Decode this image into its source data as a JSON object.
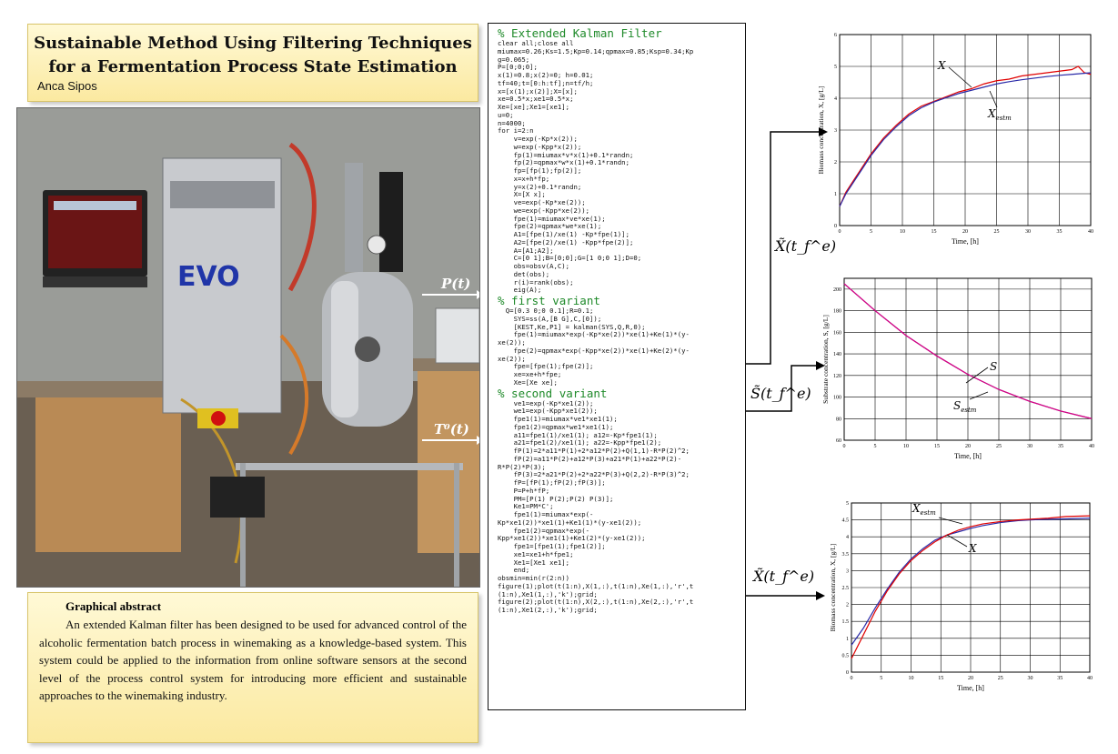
{
  "title": {
    "line1": "Sustainable Method Using Filtering Techniques",
    "line2": "for a Fermentation Process State Estimation",
    "author": "Anca Sipos"
  },
  "photo": {
    "evo_label": "EVO",
    "p_label": "P(t)",
    "t_label": "T⁰(t)"
  },
  "abstract": {
    "heading": "Graphical abstract",
    "text": "An extended Kalman filter has been designed to be used for advanced control of the alcoholic fermentation batch process in winemaking as a knowledge-based system. This system could be applied to the information from online software sensors at the second level of the process control system for introducing more efficient and sustainable approaches to the winemaking industry."
  },
  "code": {
    "ekf_header": "% Extended Kalman Filter",
    "first_header": "% first variant",
    "second_header": "% second variant",
    "block1": [
      "clear all;close all",
      "miumax=0.26;Ks=1.5;Kp=0.14;qpmax=0.85;Ksp=0.34;Kp",
      "g=0.065;",
      "P=[0;0;0];",
      "x(1)=0.8;x(2)=0; h=0.01;",
      "tf=40;t=[0:h:tf];n=tf/h;",
      "x=[x(1);x(2)];X=[x];",
      "xe=0.5*x;xe1=0.5*x;",
      "Xe=[xe];Xe1=[xe1];",
      "u=0;",
      "n=4000;",
      "for i=2:n",
      "    v=exp(-Kp*x(2));",
      "    w=exp(-Kpp*x(2));",
      "    fp(1)=miumax*v*x(1)+0.1*randn;",
      "    fp(2)=qpmax*w*x(1)+0.1*randn;",
      "    fp=[fp(1);fp(2)];",
      "    x=x+h*fp;",
      "    y=x(2)+0.1*randn;",
      "    X=[X x];",
      "    ve=exp(-Kp*xe(2));",
      "    we=exp(-Kpp*xe(2));",
      "    fpe(1)=miumax*ve*xe(1);",
      "    fpe(2)=qpmax*we*xe(1);",
      "    A1=[fpe(1)/xe(1) -Kp*fpe(1)];",
      "    A2=[fpe(2)/xe(1) -Kpp*fpe(2)];",
      "    A=[A1;A2];",
      "    C=[0 1];B=[0;0];G=[1 0;0 1];D=0;",
      "    obs=obsv(A,C);",
      "    det(obs);",
      "    r(i)=rank(obs);",
      "    eig(A);"
    ],
    "block2": [
      "  Q=[0.3 0;0 0.1];R=0.1;",
      "    SYS=ss(A,[B G],C,[0]);",
      "    [KEST,Ke,P1] = kalman(SYS,Q,R,0);",
      "    fpe(1)=miumax*exp(-Kp*xe(2))*xe(1)+Ke(1)*(y-",
      "xe(2));",
      "    fpe(2)=qpmax*exp(-Kpp*xe(2))*xe(1)+Ke(2)*(y-",
      "xe(2));",
      "    fpe=[fpe(1);fpe(2)];",
      "    xe=xe+h*fpe;",
      "    Xe=[Xe xe];"
    ],
    "block3": [
      "    ve1=exp(-Kp*xe1(2));",
      "    we1=exp(-Kpp*xe1(2));",
      "    fpe1(1)=miumax*ve1*xe1(1);",
      "    fpe1(2)=qpmax*we1*xe1(1);",
      "    a11=fpe1(1)/xe1(1); a12=-Kp*fpe1(1);",
      "    a21=fpe1(2)/xe1(1); a22=-Kpp*fpe1(2);",
      "    fP(1)=2*a11*P(1)+2*a12*P(2)+Q(1,1)-R*P(2)^2;",
      "    fP(2)=a11*P(2)+a12*P(3)+a21*P(1)+a22*P(2)-",
      "R*P(2)*P(3);",
      "    fP(3)=2*a21*P(2)+2*a22*P(3)+Q(2,2)-R*P(3)^2;",
      "    fP=[fP(1);fP(2);fP(3)];",
      "    P=P+h*fP;",
      "    PM=[P(1) P(2);P(2) P(3)];",
      "    Ke1=PM*C';",
      "    fpe1(1)=miumax*exp(-",
      "Kp*xe1(2))*xe1(1)+Ke1(1)*(y-xe1(2));",
      "    fpe1(2)=qpmax*exp(-",
      "Kpp*xe1(2))*xe1(1)+Ke1(2)*(y-xe1(2));",
      "    fpe1=[fpe1(1);fpe1(2)];",
      "    xe1=xe1+h*fpe1;",
      "    Xe1=[Xe1 xe1];",
      "    end;",
      "obsmin=min(r(2:n))",
      "figure(1);plot(t(1:n),X(1,:),t(1:n),Xe(1,:),'r',t",
      "(1:n),Xe1(1,:),'k');grid;",
      "figure(2);plot(t(1:n),X(2,:),t(1:n),Xe(2,:),'r',t",
      "(1:n),Xe1(2,:),'k');grid;"
    ]
  },
  "arrows": {
    "label1": "X̃(t_f^e)",
    "label2": "S̃(t_f^e)",
    "label3": "X̃(t_f^e)"
  },
  "chart_data": [
    {
      "type": "line",
      "xlabel": "Time, [h]",
      "ylabel": "Biomass concentration, X, [g/L]",
      "xlim": [
        0,
        40
      ],
      "ylim": [
        0,
        6
      ],
      "xticks": [
        "0",
        "5",
        "10",
        "15",
        "20",
        "25",
        "30",
        "35",
        "40"
      ],
      "yticks": [
        "0",
        "1",
        "2",
        "3",
        "4",
        "5",
        "6"
      ],
      "grid": true,
      "annotations": [
        "X",
        "Xestm"
      ],
      "series": [
        {
          "name": "X",
          "color": "#e00000",
          "x": [
            0,
            1,
            2,
            3,
            4,
            5,
            7,
            9,
            11,
            13,
            15,
            17,
            19,
            21,
            23,
            25,
            27,
            29,
            31,
            33,
            35,
            37,
            38,
            39,
            40
          ],
          "y": [
            0.6,
            1.05,
            1.35,
            1.65,
            1.95,
            2.25,
            2.75,
            3.15,
            3.5,
            3.75,
            3.9,
            4.05,
            4.2,
            4.3,
            4.45,
            4.55,
            4.6,
            4.7,
            4.75,
            4.8,
            4.85,
            4.9,
            5.0,
            4.8,
            4.75
          ]
        },
        {
          "name": "Xestm",
          "color": "#2a2aa8",
          "x": [
            0,
            1,
            2,
            3,
            4,
            5,
            7,
            9,
            11,
            13,
            15,
            17,
            19,
            21,
            23,
            25,
            27,
            29,
            31,
            33,
            35,
            37,
            40
          ],
          "y": [
            0.6,
            1.0,
            1.3,
            1.6,
            1.9,
            2.2,
            2.7,
            3.1,
            3.45,
            3.7,
            3.88,
            4.02,
            4.15,
            4.25,
            4.35,
            4.45,
            4.52,
            4.58,
            4.63,
            4.68,
            4.72,
            4.75,
            4.8
          ]
        }
      ]
    },
    {
      "type": "line",
      "xlabel": "Time, [h]",
      "ylabel": "Substrate concentration, S, [g/L]",
      "xlim": [
        0,
        40
      ],
      "ylim": [
        60,
        210
      ],
      "xticks": [
        "0",
        "5",
        "10",
        "15",
        "20",
        "25",
        "30",
        "35",
        "40"
      ],
      "yticks": [
        "60",
        "80",
        "100",
        "120",
        "140",
        "160",
        "180",
        "200"
      ],
      "grid": true,
      "annotations": [
        "S",
        "Sestm"
      ],
      "series": [
        {
          "name": "S",
          "color": "#2a2aa8",
          "x": [
            0,
            5,
            10,
            15,
            20,
            25,
            30,
            35,
            40
          ],
          "y": [
            205,
            180,
            157,
            138,
            121,
            107,
            96,
            87,
            80
          ]
        },
        {
          "name": "Sestm",
          "color": "#e00080",
          "x": [
            0,
            5,
            10,
            15,
            20,
            25,
            30,
            35,
            40
          ],
          "y": [
            205,
            180,
            157,
            138,
            121,
            107,
            96,
            87,
            80
          ]
        }
      ]
    },
    {
      "type": "line",
      "xlabel": "Time, [h]",
      "ylabel": "Biomass concentration, X, [g/L]",
      "xlim": [
        0,
        40
      ],
      "ylim": [
        0,
        5
      ],
      "xticks": [
        "0",
        "5",
        "10",
        "15",
        "20",
        "25",
        "30",
        "35",
        "40"
      ],
      "yticks": [
        "0",
        "0.5",
        "1",
        "1.5",
        "2",
        "2.5",
        "3",
        "3.5",
        "4",
        "4.5",
        "5"
      ],
      "grid": true,
      "annotations": [
        "Xestm",
        "X"
      ],
      "series": [
        {
          "name": "X",
          "color": "#2a2aa8",
          "x": [
            0,
            2,
            4,
            6,
            8,
            10,
            12,
            14,
            16,
            18,
            20,
            22,
            25,
            28,
            30,
            33,
            36,
            40
          ],
          "y": [
            0.8,
            1.3,
            1.9,
            2.45,
            2.95,
            3.35,
            3.65,
            3.9,
            4.05,
            4.15,
            4.25,
            4.33,
            4.42,
            4.48,
            4.5,
            4.52,
            4.53,
            4.55
          ]
        },
        {
          "name": "Xestm",
          "color": "#e00000",
          "x": [
            0,
            2,
            4,
            6,
            8,
            10,
            12,
            14,
            16,
            18,
            20,
            22,
            25,
            28,
            30,
            33,
            36,
            40
          ],
          "y": [
            0.4,
            1.1,
            1.8,
            2.4,
            2.9,
            3.3,
            3.6,
            3.85,
            4.05,
            4.2,
            4.3,
            4.38,
            4.45,
            4.5,
            4.52,
            4.55,
            4.6,
            4.62
          ]
        }
      ]
    }
  ],
  "colors": {
    "panel_bg": "#fbe9a0",
    "code_comment": "#1f8a2a",
    "code_keyword": "#2222cc"
  }
}
